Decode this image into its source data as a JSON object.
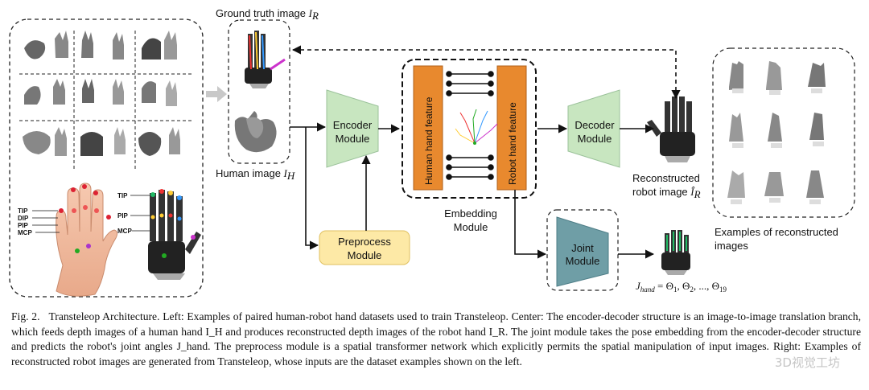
{
  "labels": {
    "ground_truth": "Ground truth image I_R",
    "human_image": "Human image I_H",
    "encoder": [
      "Encoder",
      "Module"
    ],
    "decoder": [
      "Decoder",
      "Module"
    ],
    "preprocess": [
      "Preprocess",
      "Module"
    ],
    "joint": [
      "Joint",
      "Module"
    ],
    "human_feature": "Human hand feature",
    "robot_feature": "Robot hand feature",
    "embedding": [
      "Embedding",
      "Module"
    ],
    "reconstructed": [
      "Reconstructed",
      "robot image Î_R"
    ],
    "examples": [
      "Examples of reconstructed",
      "images"
    ],
    "joint_formula": "J_hand = Θ1, Θ2, ..., Θ19",
    "finger_left": [
      "TIP",
      "DIP",
      "PIP",
      "MCP"
    ],
    "finger_right": [
      "TIP",
      "PIP",
      "MCP"
    ]
  },
  "caption": {
    "fig": "Fig. 2.",
    "text": "Transteleop Architecture. Left: Examples of paired human-robot hand datasets used to train Transteleop. Center: The encoder-decoder structure is an image-to-image translation branch, which feeds depth images of a human hand I_H and produces reconstructed depth images of the robot hand I_R. The joint module takes the pose embedding from the encoder-decoder structure and predicts the robot's joint angles J_hand. The preprocess module is a spatial transformer network which explicitly permits the spatial manipulation of input images. Right: Examples of reconstructed robot images are generated from Transteleop, whose inputs are the dataset examples shown on the left."
  },
  "watermark": "3D视觉工坊",
  "colors": {
    "encoder_fill": "#c8e6c0",
    "preprocess_fill": "#fde9a6",
    "joint_fill": "#6f9ea6",
    "feature_fill": "#e8892e"
  }
}
